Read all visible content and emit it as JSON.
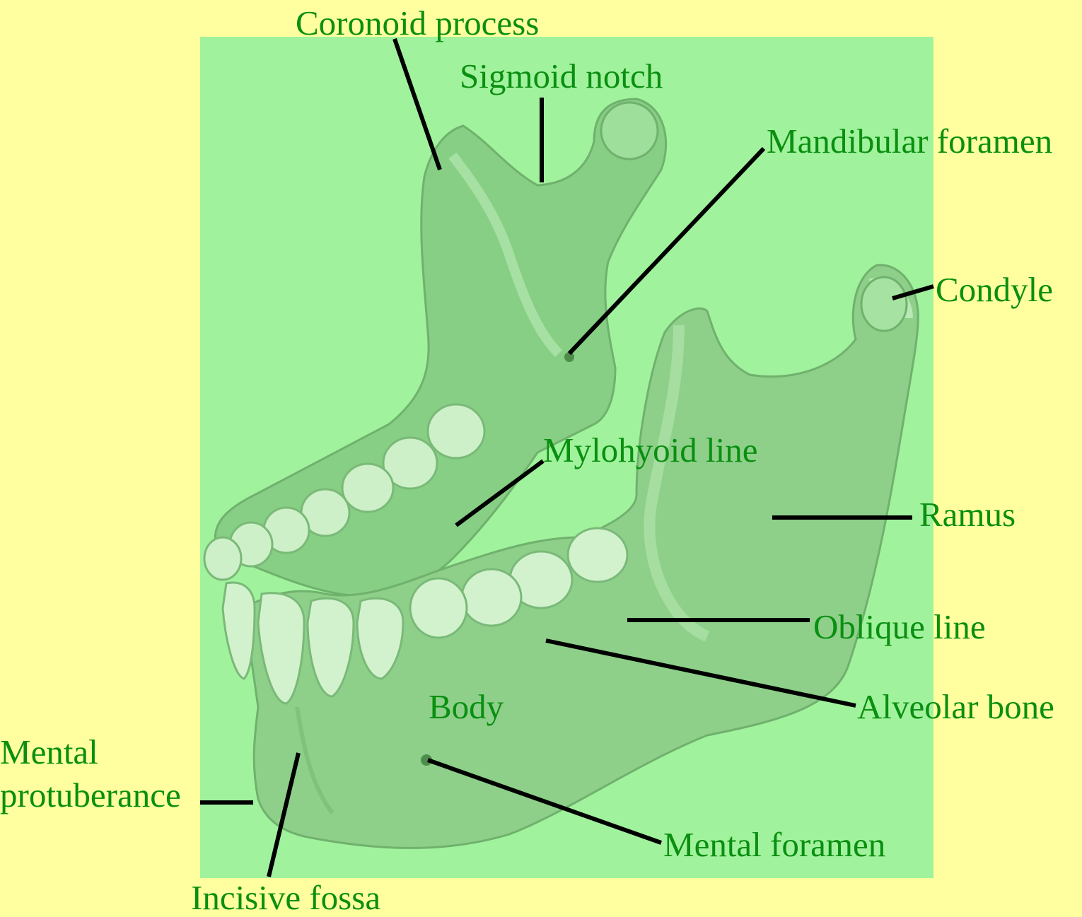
{
  "diagram": {
    "colors": {
      "page_background": "#ffff9f",
      "figure_background": "#a1f29d",
      "label_text": "#0a8f10",
      "leader_line": "#000000"
    },
    "labels": {
      "coronoid_process": "Coronoid process",
      "sigmoid_notch": "Sigmoid notch",
      "mandibular_foramen": "Mandibular foramen",
      "condyle": "Condyle",
      "mylohyoid_line": "Mylohyoid line",
      "ramus": "Ramus",
      "oblique_line": "Oblique line",
      "alveolar_bone": "Alveolar bone",
      "body": "Body",
      "mental_protuberance": "Mental\nprotuberance",
      "mental_foramen": "Mental foramen",
      "incisive_fossa": "Incisive fossa"
    }
  }
}
